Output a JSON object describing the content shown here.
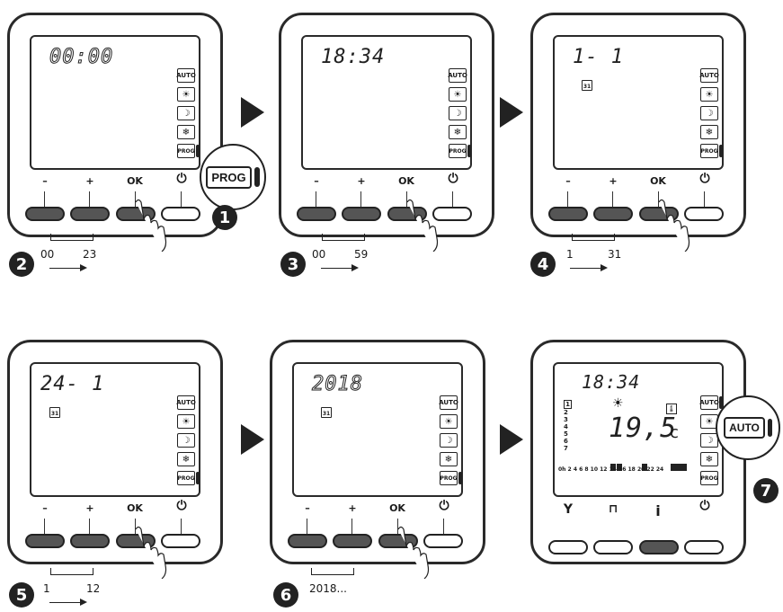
{
  "steps": [
    {
      "number": "1"
    },
    {
      "number": "2",
      "display": "00:00",
      "range_start": "00",
      "range_end": "23"
    },
    {
      "number": "3",
      "display": "18:34",
      "range_start": "00",
      "range_end": "59"
    },
    {
      "number": "4",
      "display": "1- 1",
      "range_start": "1",
      "range_end": "31"
    },
    {
      "number": "5",
      "display": "24- 1",
      "range_start": "1",
      "range_end": "12"
    },
    {
      "number": "6",
      "display": "2018",
      "range_start": "2018..."
    },
    {
      "number": "7"
    }
  ],
  "modes": [
    "AUTO",
    "☀",
    "☽",
    "❄",
    "PROG"
  ],
  "buttons": {
    "minus": "–",
    "plus": "+",
    "ok": "OK",
    "power": "⏻"
  },
  "calendar_icon": "31",
  "zoom_prog": "PROG",
  "zoom_auto": "AUTO",
  "final_display": {
    "time": "18:34",
    "temperature": "19,5",
    "unit": "c",
    "days": [
      "1",
      "2",
      "3",
      "4",
      "5",
      "6",
      "7"
    ],
    "hours": [
      "0h",
      "2",
      "4",
      "6",
      "8",
      "10",
      "12",
      "14",
      "16",
      "18",
      "20",
      "22",
      "24"
    ],
    "icons": [
      "glass-icon",
      "suitcase-icon",
      "info-icon",
      "power-icon"
    ],
    "info": "i"
  }
}
